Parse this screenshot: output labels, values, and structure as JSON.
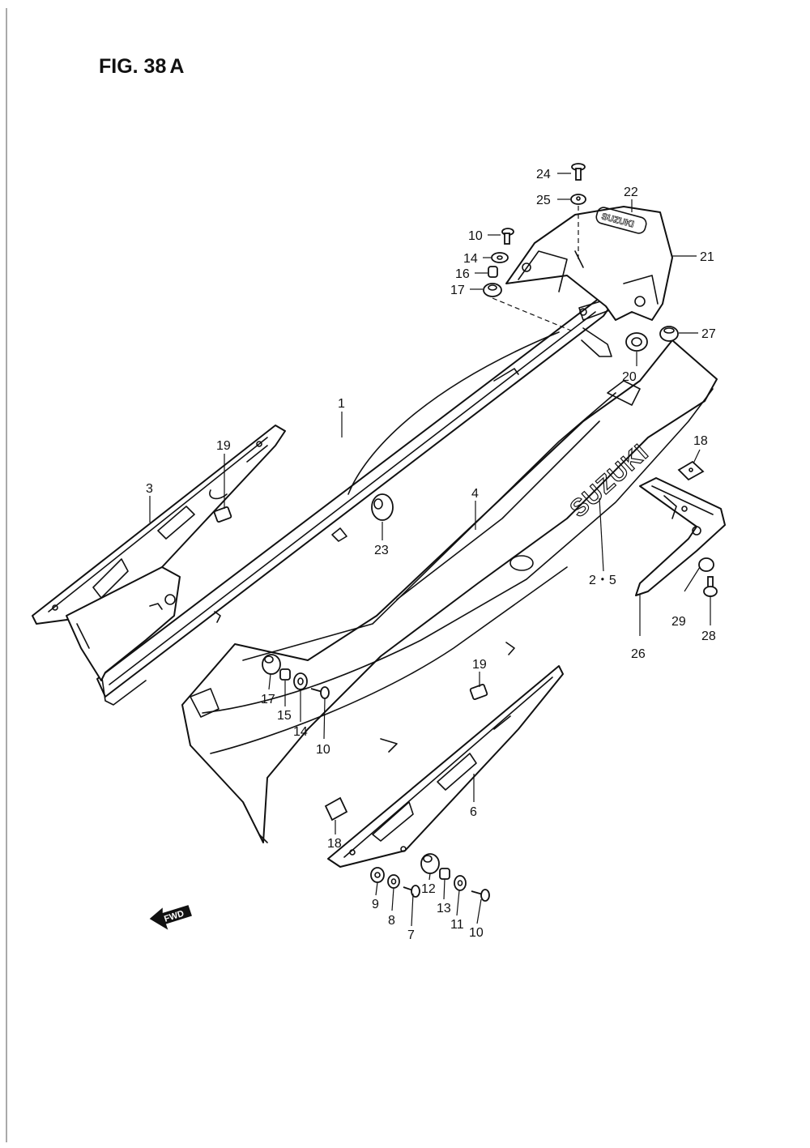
{
  "figure": {
    "title": "FIG. 38",
    "suffix": "A"
  },
  "emblems": {
    "side_logo": "SUZUKI",
    "cowl_logo": "SUZUKI"
  },
  "direction_arrow": {
    "label": "FWD"
  },
  "callouts": [
    {
      "id": "c24",
      "label": "24"
    },
    {
      "id": "c25",
      "label": "25"
    },
    {
      "id": "c22",
      "label": "22"
    },
    {
      "id": "c10a",
      "label": "10"
    },
    {
      "id": "c14a",
      "label": "14"
    },
    {
      "id": "c16",
      "label": "16"
    },
    {
      "id": "c17a",
      "label": "17"
    },
    {
      "id": "c21",
      "label": "21"
    },
    {
      "id": "c27",
      "label": "27"
    },
    {
      "id": "c20",
      "label": "20"
    },
    {
      "id": "c1",
      "label": "1"
    },
    {
      "id": "c19a",
      "label": "19"
    },
    {
      "id": "c3",
      "label": "3"
    },
    {
      "id": "c4",
      "label": "4"
    },
    {
      "id": "c18a",
      "label": "18"
    },
    {
      "id": "c23",
      "label": "23"
    },
    {
      "id": "c25b",
      "label": "2・5"
    },
    {
      "id": "c29",
      "label": "29"
    },
    {
      "id": "c28",
      "label": "28"
    },
    {
      "id": "c26",
      "label": "26"
    },
    {
      "id": "c19b",
      "label": "19"
    },
    {
      "id": "c17b",
      "label": "17"
    },
    {
      "id": "c15",
      "label": "15"
    },
    {
      "id": "c14b",
      "label": "14"
    },
    {
      "id": "c10b",
      "label": "10"
    },
    {
      "id": "c6",
      "label": "6"
    },
    {
      "id": "c18b",
      "label": "18"
    },
    {
      "id": "c12",
      "label": "12"
    },
    {
      "id": "c9",
      "label": "9"
    },
    {
      "id": "c8",
      "label": "8"
    },
    {
      "id": "c7",
      "label": "7"
    },
    {
      "id": "c13",
      "label": "13"
    },
    {
      "id": "c11",
      "label": "11"
    },
    {
      "id": "c10c",
      "label": "10"
    }
  ]
}
